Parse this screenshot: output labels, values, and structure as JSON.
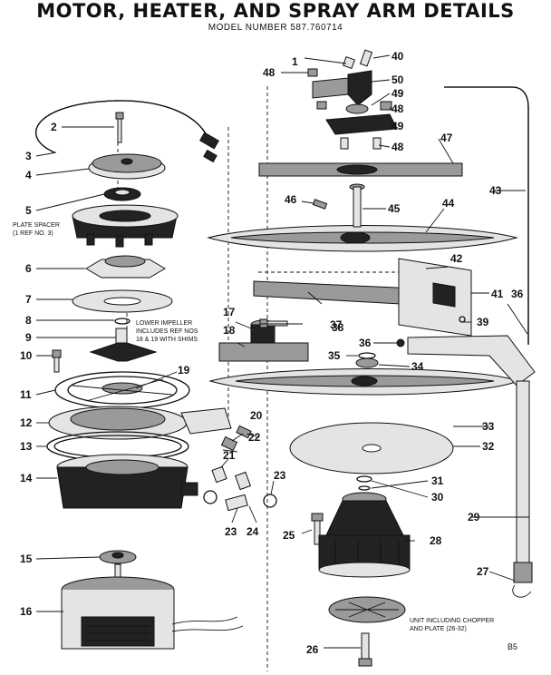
{
  "title": "MOTOR, HEATER, AND SPRAY ARM DETAILS",
  "model": "MODEL NUMBER 587.760714",
  "notes": {
    "plate_spacer": [
      "PLATE SPACER",
      "(1 REF NO. 3)"
    ],
    "lower_impeller": [
      "LOWER IMPELLER",
      "INCLUDES REF NOS",
      "18 & 19 WITH SHIMS"
    ],
    "chopper": [
      "UNIT INCLUDING CHOPPER",
      "AND PLATE (26-32)"
    ]
  },
  "page_code": "B5",
  "labels": [
    "1",
    "2",
    "3",
    "4",
    "5",
    "6",
    "7",
    "8",
    "9",
    "10",
    "11",
    "12",
    "13",
    "14",
    "15",
    "16",
    "17",
    "18",
    "19",
    "20",
    "21",
    "22",
    "23",
    "23",
    "24",
    "25",
    "26",
    "27",
    "28",
    "29",
    "30",
    "31",
    "32",
    "33",
    "34",
    "35",
    "36",
    "36",
    "37",
    "38",
    "39",
    "40",
    "41",
    "42",
    "43",
    "44",
    "45",
    "46",
    "47",
    "48",
    "48",
    "48",
    "49",
    "49",
    "50"
  ]
}
